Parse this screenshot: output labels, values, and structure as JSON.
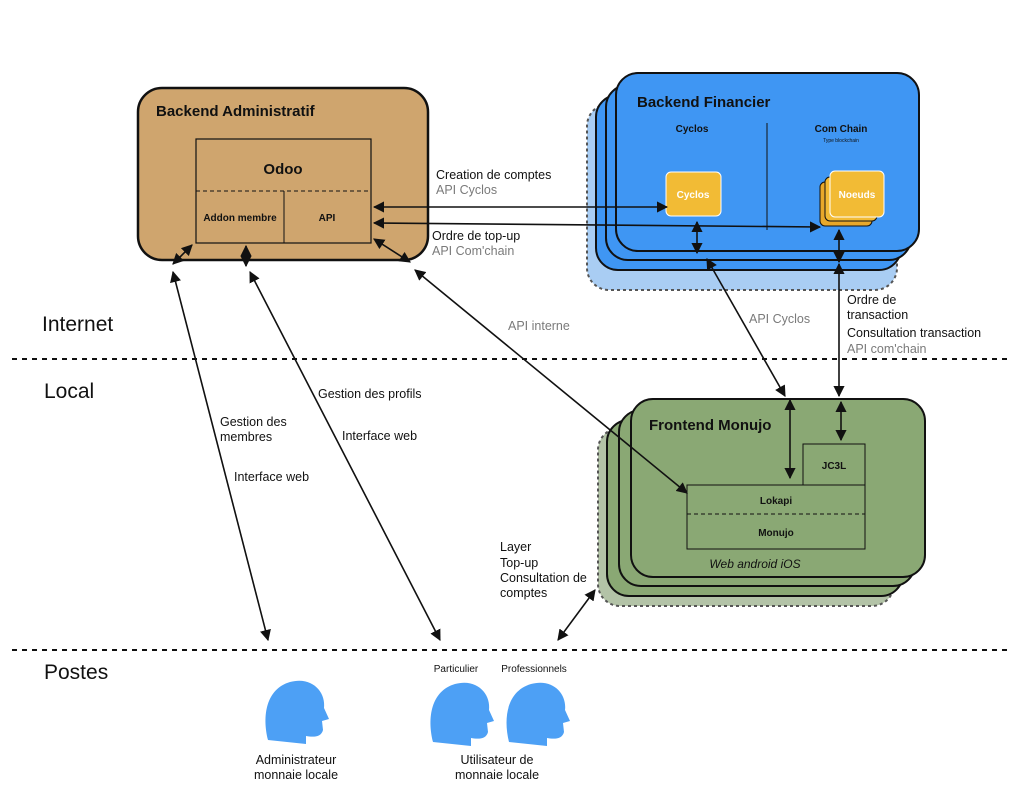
{
  "zones": {
    "internet": "Internet",
    "local": "Local",
    "postes": "Postes"
  },
  "backend_admin": {
    "title": "Backend Administratif",
    "odoo": "Odoo",
    "addon": "Addon membre",
    "api": "API"
  },
  "backend_fin": {
    "title": "Backend Financier",
    "cyclos_header": "Cyclos",
    "comchain_header": "Com Chain",
    "comchain_sub": "Type blockchain",
    "cyclos_node": "Cyclos",
    "noeuds_node": "Noeuds"
  },
  "frontend": {
    "title": "Frontend Monujo",
    "jc3l": "JC3L",
    "lokapi": "Lokapi",
    "monujo": "Monujo",
    "platforms": "Web android iOS"
  },
  "labels": {
    "creation": "Creation de comptes",
    "api_cyclos_1": "API Cyclos",
    "topup": "Ordre de top-up",
    "api_comchain_1": "API Com'chain",
    "api_interne": "API interne",
    "api_cyclos_2": "API Cyclos",
    "ordre_line1": "Ordre de",
    "ordre_line2": "transaction",
    "consultation": "Consultation transaction",
    "api_comchain_2": "API com'chain",
    "gestion_profils": "Gestion des profils",
    "interface_web_1": "Interface web",
    "gestion_membres_1": "Gestion des",
    "gestion_membres_2": "membres",
    "interface_web_2": "Interface web",
    "layer": "Layer",
    "topup2": "Top-up",
    "consult_line1": "Consultation de",
    "consult_line2": "comptes"
  },
  "users": {
    "particulier": "Particulier",
    "professionnels": "Professionnels",
    "admin_line1": "Administrateur",
    "admin_line2": "monnaie locale",
    "user_line1": "Utilisateur de",
    "user_line2": "monnaie locale"
  },
  "colors": {
    "admin_fill": "#cfa56e",
    "fin_fill": "#3f96f3",
    "front_fill": "#8aa874",
    "node_fill": "#f2bb35",
    "person": "#4da0f5"
  }
}
